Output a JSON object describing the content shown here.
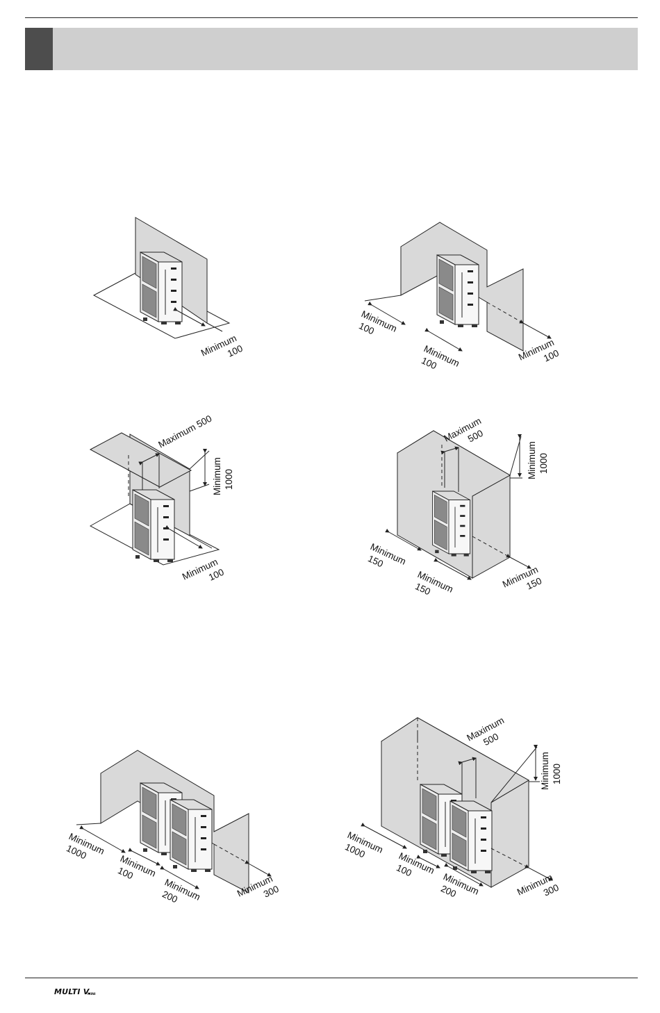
{
  "brand": {
    "logo_text": "MULTI V.",
    "logo_sub": "MINI"
  },
  "figures": [
    {
      "id": "fig1",
      "labels": [
        {
          "word": "Minimum",
          "value": "100"
        }
      ]
    },
    {
      "id": "fig2",
      "labels": [
        {
          "word": "Minimum",
          "value": "100"
        },
        {
          "word": "Minimum",
          "value": "100"
        },
        {
          "word": "Minimum",
          "value": "100"
        }
      ]
    },
    {
      "id": "fig3",
      "labels": [
        {
          "word": "Maximum 500",
          "value": ""
        },
        {
          "word": "Minimum",
          "value": "1000"
        },
        {
          "word": "Minimum",
          "value": "100"
        }
      ]
    },
    {
      "id": "fig4",
      "labels": [
        {
          "word": "Maximum",
          "value": "500"
        },
        {
          "word": "Minimum",
          "value": "1000"
        },
        {
          "word": "Minimum",
          "value": "150"
        },
        {
          "word": "Minimum",
          "value": "150"
        },
        {
          "word": "Minimum",
          "value": "150"
        }
      ]
    },
    {
      "id": "fig5",
      "labels": [
        {
          "word": "Minimum",
          "value": "1000"
        },
        {
          "word": "Minimum",
          "value": "100"
        },
        {
          "word": "Minimum",
          "value": "200"
        },
        {
          "word": "Minimum",
          "value": "300"
        }
      ]
    },
    {
      "id": "fig6",
      "labels": [
        {
          "word": "Maximum",
          "value": "500"
        },
        {
          "word": "Minimum",
          "value": "1000"
        },
        {
          "word": "Minimum",
          "value": "1000"
        },
        {
          "word": "Minimum",
          "value": "100"
        },
        {
          "word": "Minimum",
          "value": "200"
        },
        {
          "word": "Minimum",
          "value": "300"
        }
      ]
    }
  ]
}
